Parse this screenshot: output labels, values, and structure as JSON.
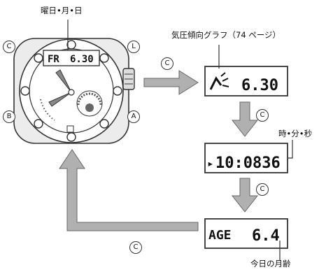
{
  "labels": {
    "top": "曜日•月•日",
    "graph": "気圧傾向グラフ（74 ページ）",
    "time": "時•分•秒",
    "moon": "今日の月齢"
  },
  "buttons": {
    "c": "C",
    "l": "L",
    "b": "B",
    "a": "A"
  },
  "watch": {
    "day": "FR",
    "date": "6.30"
  },
  "displays": [
    {
      "left": "⁄⁄\\",
      "right": "6.30"
    },
    {
      "left": "▸",
      "right": "10:0836"
    },
    {
      "left": "AGE",
      "right": "6.4"
    }
  ],
  "colors": {
    "arrow_fill": "#b0b0b0",
    "arrow_stroke": "#666666",
    "bezel": "#d8d8d8",
    "outline": "#333333"
  }
}
